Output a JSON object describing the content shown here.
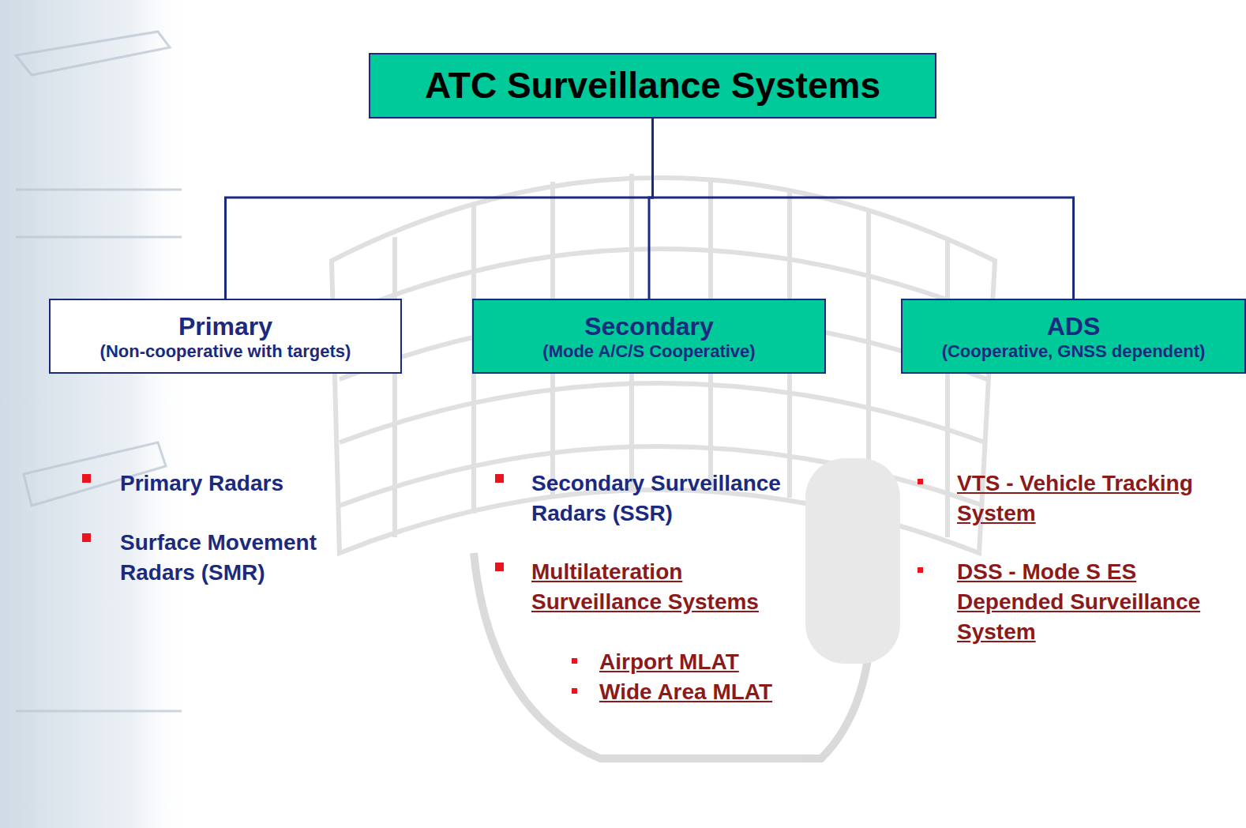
{
  "diagram": {
    "nodes": [
      {
        "text": [
          "ATC Surveillance Systems"
        ]
      },
      {
        "text": [
          "Primary",
          "(Non-cooperative with targets)"
        ]
      },
      {
        "text": [
          "Secondary",
          "(Mode A/C/S Cooperative)"
        ]
      },
      {
        "text": [
          "ADS",
          "(Cooperative, GNSS dependent)"
        ]
      }
    ],
    "edges": [
      {
        "from": 0,
        "to": 1,
        "arrow": "none"
      },
      {
        "from": 0,
        "to": 2,
        "arrow": "none"
      },
      {
        "from": 0,
        "to": 3,
        "arrow": "none"
      }
    ],
    "labels": [
      "Primary Radars",
      "Surface Movement Radars (SMR)",
      "Secondary Surveillance Radars (SSR)",
      "Multilateration Surveillance Systems",
      "Airport MLAT",
      "Wide Area MLAT",
      "VTS - Vehicle Tracking System",
      "DSS - Mode S ES Depended Surveillance System"
    ]
  }
}
